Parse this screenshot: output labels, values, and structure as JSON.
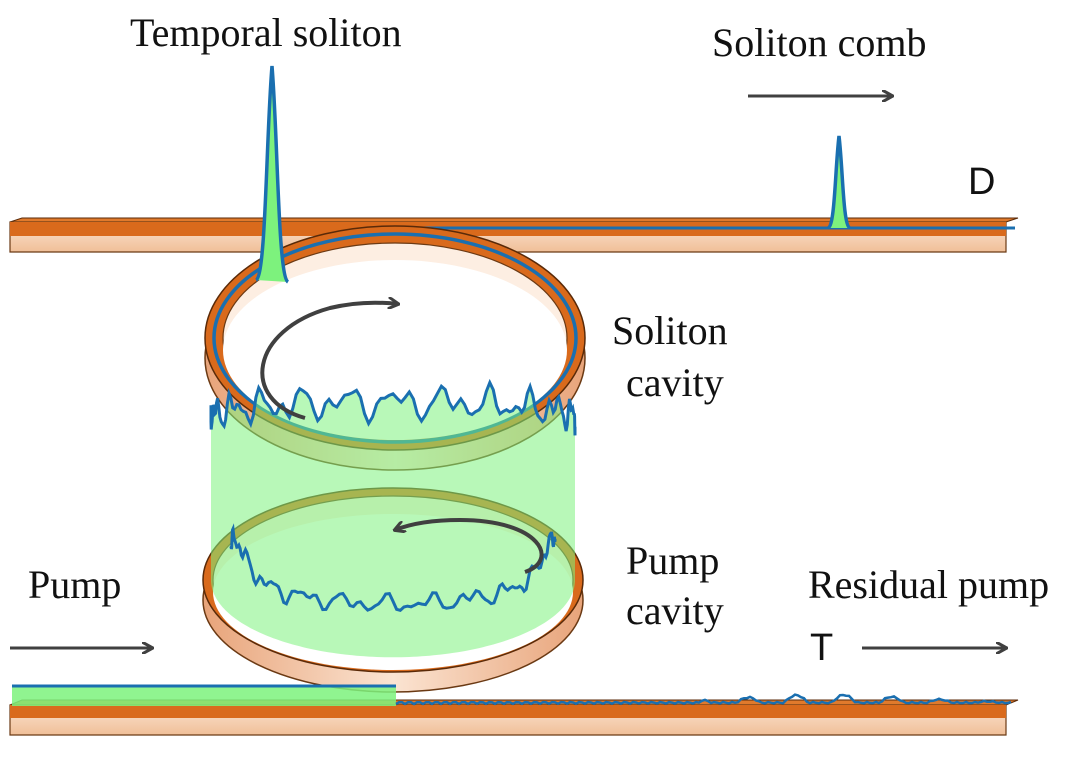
{
  "labels": {
    "temporal_soliton": "Temporal soliton",
    "soliton_comb": "Soliton comb",
    "drop_port": "D",
    "soliton_cavity_line1": "Soliton",
    "soliton_cavity_line2": "cavity",
    "pump_cavity_line1": "Pump",
    "pump_cavity_line2": "cavity",
    "pump": "Pump",
    "residual_pump": "Residual pump",
    "through_port": "T"
  },
  "colors": {
    "waveguide_orange": "#d96a1c",
    "waveguide_side": "#f3c8a6",
    "signal_blue": "#1a6fb0",
    "field_green": "#7df27d",
    "arrow_gray": "#404040"
  }
}
